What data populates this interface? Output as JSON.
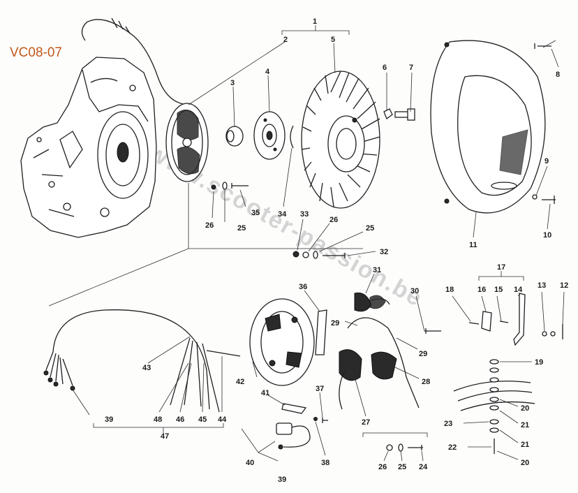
{
  "catalog_code": "VC08-07",
  "watermark": "www.scooter-passion.be",
  "refs": {
    "r1": "1",
    "r2": "2",
    "r3": "3",
    "r4": "4",
    "r5": "5",
    "r6": "6",
    "r7": "7",
    "r8": "8",
    "r9": "9",
    "r10": "10",
    "r11": "11",
    "r12": "12",
    "r13": "13",
    "r14": "14",
    "r15": "15",
    "r16": "16",
    "r17": "17",
    "r18": "18",
    "r19": "19",
    "r20a": "20",
    "r20b": "20",
    "r21a": "21",
    "r21b": "21",
    "r22": "22",
    "r23": "23",
    "r24": "24",
    "r25a": "25",
    "r25b": "25",
    "r25c": "25",
    "r26a": "26",
    "r26b": "26",
    "r26c": "26",
    "r27": "27",
    "r28": "28",
    "r29a": "29",
    "r29b": "29",
    "r30": "30",
    "r31": "31",
    "r32": "32",
    "r33": "33",
    "r34": "34",
    "r35": "35",
    "r36": "36",
    "r37": "37",
    "r38": "38",
    "r39a": "39",
    "r39b": "39",
    "r40": "40",
    "r41": "41",
    "r42": "42",
    "r43": "43",
    "r44": "44",
    "r45": "45",
    "r46": "46",
    "r47": "47",
    "r48": "48"
  }
}
